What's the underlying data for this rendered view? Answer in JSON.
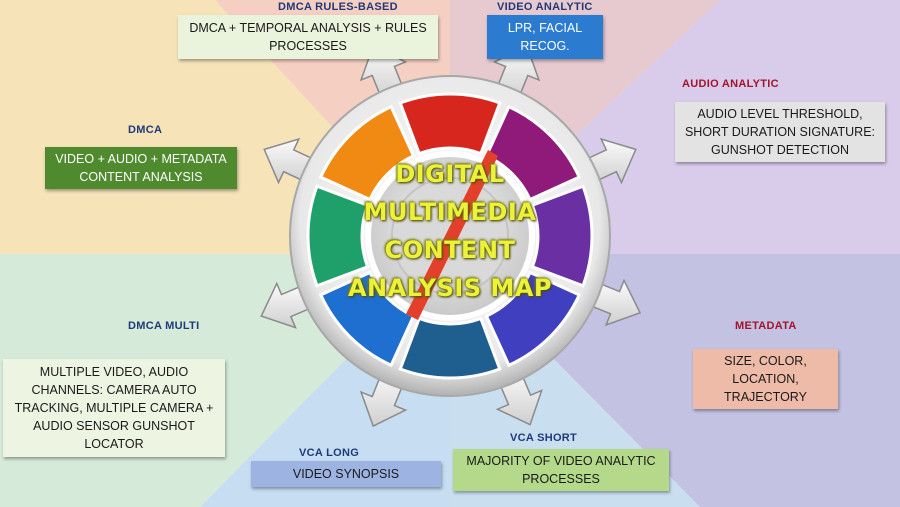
{
  "center_title_lines": [
    "DIGITAL",
    "MULTIMEDIA",
    "CONTENT",
    "ANALYSIS MAP"
  ],
  "sectors": {
    "dmca_rules": {
      "title": "DMCA RULES-BASED",
      "box_lines": [
        "DMCA + TEMPORAL ANALYSIS + RULES",
        "PROCESSES"
      ],
      "box_color": "#eaf3dc"
    },
    "video_analytic": {
      "title": "VIDEO ANALYTIC",
      "box_lines": [
        "LPR, FACIAL",
        "RECOG."
      ],
      "box_color": "#2b7bd1"
    },
    "audio_analytic": {
      "title": "AUDIO ANALYTIC",
      "box_lines": [
        "AUDIO LEVEL THRESHOLD,",
        "SHORT DURATION SIGNATURE:",
        "GUNSHOT DETECTION"
      ],
      "box_color": "#e3e3e3"
    },
    "metadata": {
      "title": "METADATA",
      "box_lines": [
        "SIZE, COLOR,",
        "LOCATION,",
        "TRAJECTORY"
      ],
      "box_color": "#eebba8"
    },
    "vca_short": {
      "title": "VCA SHORT",
      "box_lines": [
        "MAJORITY OF VIDEO ANALYTIC",
        "PROCESSES"
      ],
      "box_color": "#b4d98a"
    },
    "vca_long": {
      "title": "VCA LONG",
      "box_lines": [
        "VIDEO SYNOPSIS"
      ],
      "box_color": "#9db4e3"
    },
    "dmca_multi": {
      "title": "DMCA MULTI",
      "box_lines": [
        "MULTIPLE VIDEO, AUDIO",
        "CHANNELS: CAMERA AUTO",
        "TRACKING, MULTIPLE CAMERA +",
        "AUDIO SENSOR GUNSHOT",
        "LOCATOR"
      ],
      "box_color": "#eef4e2"
    },
    "dmca": {
      "title": "DMCA",
      "box_lines": [
        "VIDEO + AUDIO + METADATA",
        "CONTENT ANALYSIS"
      ],
      "box_color": "#4f8a2e"
    }
  },
  "colors": {
    "title_blue": "#1f3a78",
    "title_red": "#a3132c",
    "center_text": "#ecf23a",
    "segments": [
      "#d7261e",
      "#8f1a7a",
      "#6a2fa3",
      "#3f3fc0",
      "#1f5f8f",
      "#1f6fd0",
      "#1fa06a",
      "#f08a12"
    ]
  }
}
